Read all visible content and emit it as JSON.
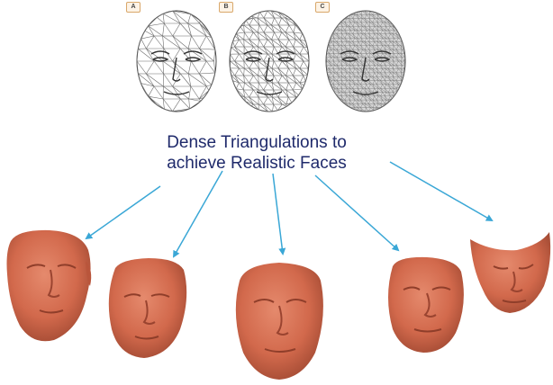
{
  "caption": {
    "line1": "Dense Triangulations to",
    "line2": "achieve Realistic Faces"
  },
  "mesh_panels": [
    {
      "label": "A",
      "density": "sparse"
    },
    {
      "label": "B",
      "density": "medium"
    },
    {
      "label": "C",
      "density": "dense"
    }
  ],
  "face_models": [
    {
      "pose": "turned-right"
    },
    {
      "pose": "slight-right"
    },
    {
      "pose": "frontal"
    },
    {
      "pose": "slight-left"
    },
    {
      "pose": "tilted-down"
    }
  ],
  "colors": {
    "caption": "#1f2a6b",
    "arrow": "#3aa7d6",
    "skin": "#d2694c",
    "skin_shadow": "#a24a33",
    "mesh_line": "#6b6b6b"
  }
}
